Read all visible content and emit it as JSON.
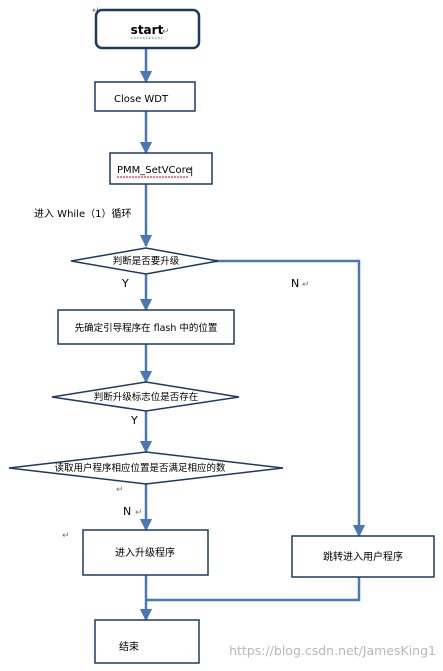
{
  "colors": {
    "box_fill": "#ffffff",
    "box_stroke": "#1f3864",
    "line": "#4a78b5",
    "text": "#000000",
    "watermark": "#b8b8b8",
    "underline": "#cc0000",
    "mark": "#777777"
  },
  "nodes": {
    "start": "start",
    "close_wdt": "Close WDT",
    "pmm": "PMM_SetVCore",
    "loop_label": "进入 While（1）循环",
    "decision_upgrade": "判断是否要升级",
    "locate_bootloader": "先确定引导程序在 flash 中的位置",
    "decision_flag": "判断升级标志位是否存在",
    "decision_read": "读取用户程序相应位置是否满足相应的数",
    "enter_upgrade": "进入升级程序",
    "jump_user": "跳转进入用户程序",
    "end": "结束"
  },
  "edge_labels": {
    "yes_1": "Y",
    "no_1": "N",
    "yes_2": "Y",
    "no_2": "N"
  },
  "watermark": "https://blog.csdn.net/JamesKing1"
}
